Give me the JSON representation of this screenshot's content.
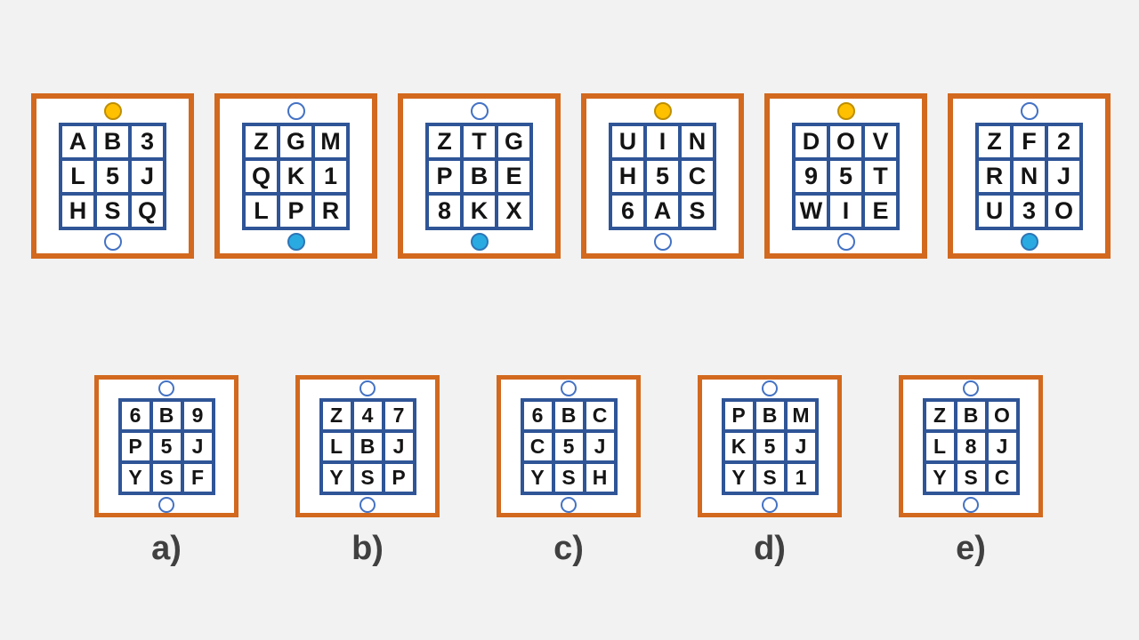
{
  "colors": {
    "background": "#F2F2F2",
    "card_border": "#D2691E",
    "grid_lines": "#2F5597",
    "dot_yellow": "#FFC000",
    "dot_yellow_outline": "#BF8F00",
    "dot_blue": "#29ABE2",
    "dot_blue_outline": "#2E75B6",
    "dot_white_outline": "#4472C4",
    "label_text": "#404040"
  },
  "puzzle": {
    "top_cards": [
      {
        "cells": [
          "A",
          "B",
          "3",
          "L",
          "5",
          "J",
          "H",
          "S",
          "Q"
        ],
        "top_dot": "yellow",
        "bottom_dot": "white"
      },
      {
        "cells": [
          "Z",
          "G",
          "M",
          "Q",
          "K",
          "1",
          "L",
          "P",
          "R"
        ],
        "top_dot": "white",
        "bottom_dot": "blue"
      },
      {
        "cells": [
          "Z",
          "T",
          "G",
          "P",
          "B",
          "E",
          "8",
          "K",
          "X"
        ],
        "top_dot": "white",
        "bottom_dot": "blue"
      },
      {
        "cells": [
          "U",
          "I",
          "N",
          "H",
          "5",
          "C",
          "6",
          "A",
          "S"
        ],
        "top_dot": "yellow",
        "bottom_dot": "white"
      },
      {
        "cells": [
          "D",
          "O",
          "V",
          "9",
          "5",
          "T",
          "W",
          "I",
          "E"
        ],
        "top_dot": "yellow",
        "bottom_dot": "white"
      },
      {
        "cells": [
          "Z",
          "F",
          "2",
          "R",
          "N",
          "J",
          "U",
          "3",
          "O"
        ],
        "top_dot": "white",
        "bottom_dot": "blue"
      }
    ],
    "options": [
      {
        "label": "a)",
        "cells": [
          "6",
          "B",
          "9",
          "P",
          "5",
          "J",
          "Y",
          "S",
          "F"
        ],
        "top_dot": "white",
        "bottom_dot": "white"
      },
      {
        "label": "b)",
        "cells": [
          "Z",
          "4",
          "7",
          "L",
          "B",
          "J",
          "Y",
          "S",
          "P"
        ],
        "top_dot": "white",
        "bottom_dot": "white"
      },
      {
        "label": "c)",
        "cells": [
          "6",
          "B",
          "C",
          "C",
          "5",
          "J",
          "Y",
          "S",
          "H"
        ],
        "top_dot": "white",
        "bottom_dot": "white"
      },
      {
        "label": "d)",
        "cells": [
          "P",
          "B",
          "M",
          "K",
          "5",
          "J",
          "Y",
          "S",
          "1"
        ],
        "top_dot": "white",
        "bottom_dot": "white"
      },
      {
        "label": "e)",
        "cells": [
          "Z",
          "B",
          "O",
          "L",
          "8",
          "J",
          "Y",
          "S",
          "C"
        ],
        "top_dot": "white",
        "bottom_dot": "white"
      }
    ]
  }
}
